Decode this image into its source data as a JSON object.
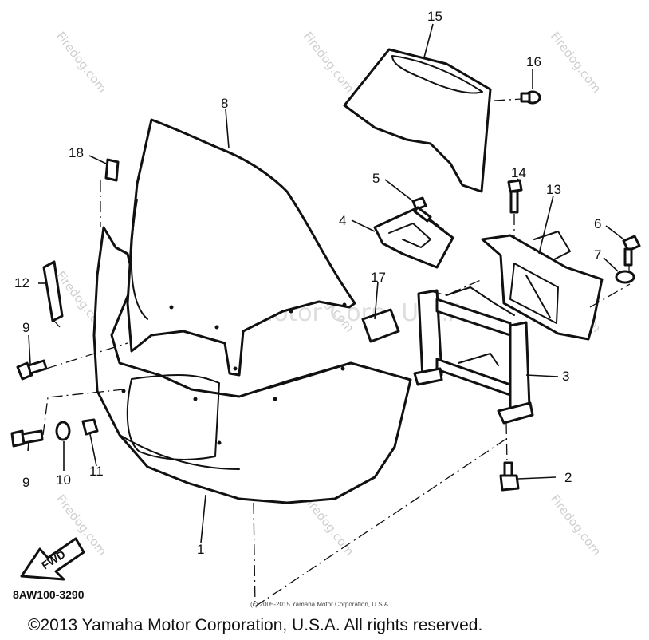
{
  "diagram": {
    "part_numbers": [
      "1",
      "2",
      "3",
      "4",
      "5",
      "6",
      "7",
      "8",
      "9",
      "9",
      "10",
      "11",
      "12",
      "13",
      "14",
      "15",
      "16",
      "17",
      "18"
    ],
    "diagram_code": "8AW100-3290",
    "fwd_label": "FWD",
    "watermark_site": "Firedog.com",
    "watermark_corp": "Yamaha Motor Corp. U.S.A.",
    "small_copyright": "(c) 2005-2015 Yamaha Motor Corporation, U.S.A.",
    "footer_copyright": "©2013 Yamaha Motor Corporation, U.S.A. All rights reserved."
  }
}
